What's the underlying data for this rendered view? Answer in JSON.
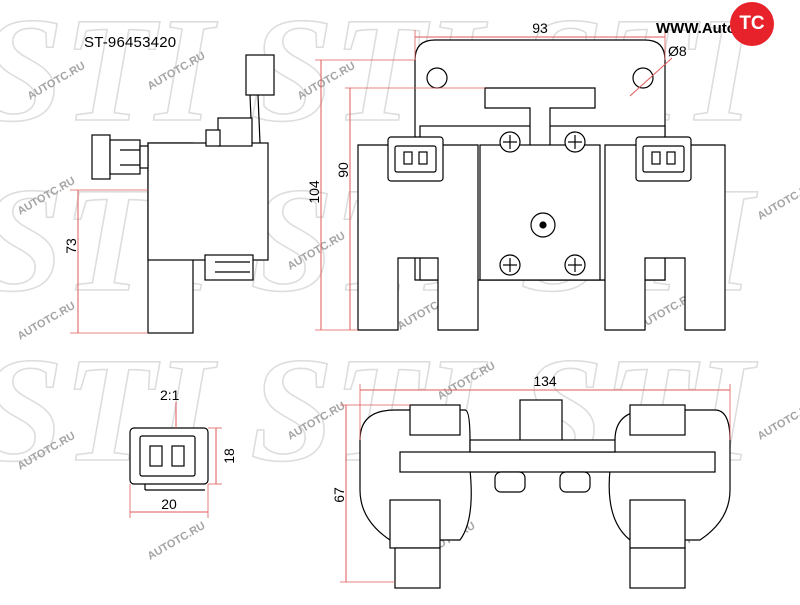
{
  "part_number": "ST-96453420",
  "site_url": "WWW.Auto",
  "logo_text": "TC",
  "watermark_text": "AUTOTC.RU",
  "watermark_logo": "STI",
  "dimensions": {
    "width_top": "93",
    "hole_diameter": "Ø8",
    "height_104": "104",
    "height_90": "90",
    "side_height": "73",
    "scale": "2:1",
    "connector_height": "18",
    "connector_width": "20",
    "bottom_width": "134",
    "bottom_depth": "67"
  },
  "colors": {
    "dimension_line": "#e05a5a",
    "logo": "#e8222a",
    "outline": "#000000",
    "watermark": "#cfcfcf"
  }
}
